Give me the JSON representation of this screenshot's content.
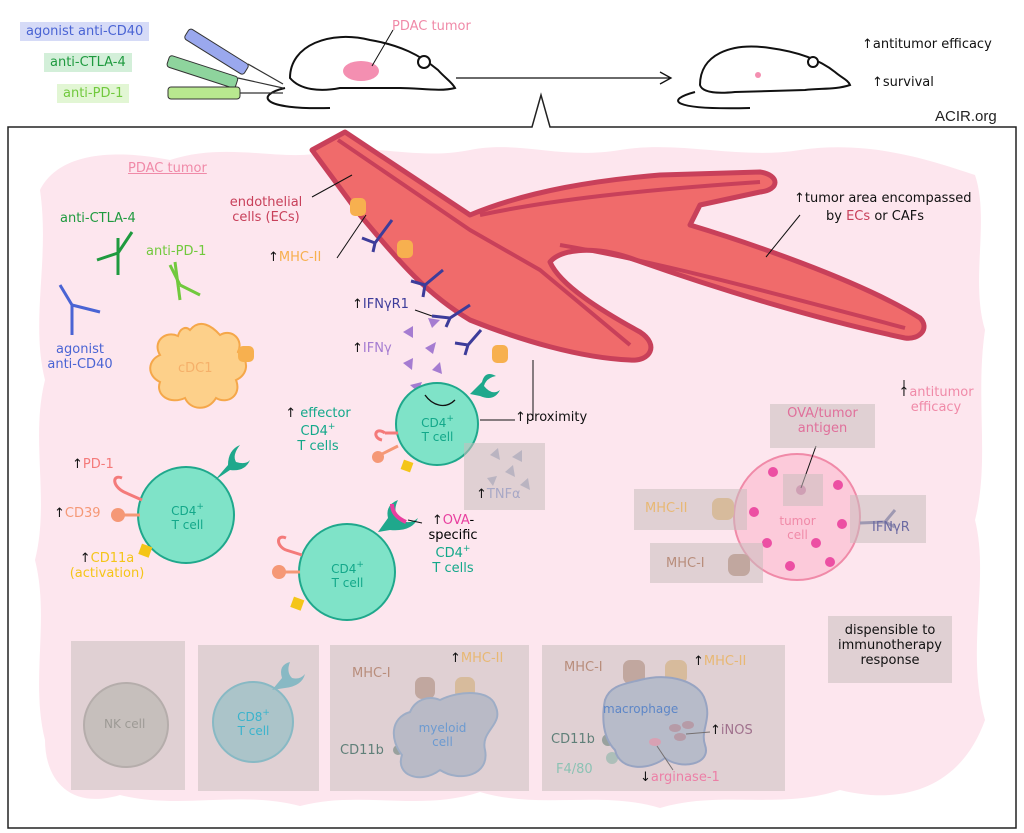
{
  "colors": {
    "tumor_bg": "#fde6ee",
    "vessel_fill": "#f06b6b",
    "vessel_stroke": "#c8405a",
    "cd4_fill": "#7fe3c8",
    "cd4_stroke": "#1fa88c",
    "teal_text": "#13a88a",
    "pink_text": "#f08aa8",
    "mhc2": "#f7b04f",
    "mhc1": "#c08e7a",
    "ifngr": "#3d3c9a",
    "ifng": "#a57cd1",
    "pd1": "#f47a7a",
    "cd39": "#f59876",
    "cd11a": "#f4c518",
    "ova": "#e83f9f",
    "anti_cd40": "#4a64d4",
    "anti_ctla4": "#1f9a3f",
    "anti_pd1": "#71c93d",
    "gray_box": "#dcd2d4"
  },
  "header": {
    "treatments": [
      {
        "label": "agonist anti-CD40",
        "color": "#4a64d4",
        "bg": "#d6dbf7"
      },
      {
        "label": "anti-CTLA-4",
        "color": "#1f9a3f",
        "bg": "#d3efd9"
      },
      {
        "label": "anti-PD-1",
        "color": "#71c93d",
        "bg": "#e2f6d4"
      }
    ],
    "tumor_label": "PDAC tumor",
    "outcomes": [
      "antitumor efficacy",
      "survival"
    ],
    "credit": "ACIR.org"
  },
  "panel": {
    "region_title": "PDAC tumor",
    "antibodies": {
      "ctla4": "anti-CTLA-4",
      "pd1": "anti-PD-1",
      "cd40_line1": "agonist",
      "cd40_line2": "anti-CD40"
    },
    "cdc1": "cDC1",
    "ecs_line1": "endothelial",
    "ecs_line2": "cells (ECs)",
    "mhc2_up": "MHC-II",
    "ifngr1_up": "IFNγR1",
    "ifng_up": "IFNγ",
    "tumor_area_line1": "tumor area encompassed",
    "tumor_area_by": "by",
    "tumor_area_ecs": "ECs",
    "tumor_area_rest": "or CAFs",
    "proximity": "proximity",
    "effector_line1": "effector",
    "effector_line2": "CD4",
    "effector_line3": "T cells",
    "cd4_cell_line1": "CD4",
    "cd4_cell_line2": "T cell",
    "tnfa": "TNFα",
    "pd1_marker": "PD-1",
    "cd39_marker": "CD39",
    "cd11a_marker": "CD11a",
    "cd11a_note": "(activation)",
    "ova_line1": "OVA",
    "ova_line1_suffix": "-",
    "ova_line2": "specific",
    "ova_line3": "CD4",
    "ova_line4": "T cells",
    "antitumor_line1": "antitumor",
    "antitumor_line2": "efficacy",
    "antigen_line1": "OVA/tumor",
    "antigen_line2": "antigen",
    "tumor_cell_line1": "tumor",
    "tumor_cell_line2": "cell",
    "tc_mhc2": "MHC-II",
    "tc_mhc1": "MHC-I",
    "tc_ifngr": "IFNγR",
    "nk": "NK cell",
    "cd8_line1": "CD8",
    "cd8_line2": "T cell",
    "myeloid_mhc1": "MHC-I",
    "myeloid_mhc2": "MHC-II",
    "myeloid_cd11b": "CD11b",
    "myeloid_line1": "myeloid",
    "myeloid_line2": "cell",
    "mac_mhc1": "MHC-I",
    "mac_mhc2": "MHC-II",
    "mac_label": "macrophage",
    "mac_inos": "iNOS",
    "mac_cd11b": "CD11b",
    "mac_f480": "F4/80",
    "mac_arg": "arginase-1",
    "dispensable_line1": "dispensible to",
    "dispensable_line2": "immunotherapy",
    "dispensable_line3": "response"
  },
  "symbols": {
    "up": "↑",
    "down": "↓",
    "plus": "+"
  }
}
